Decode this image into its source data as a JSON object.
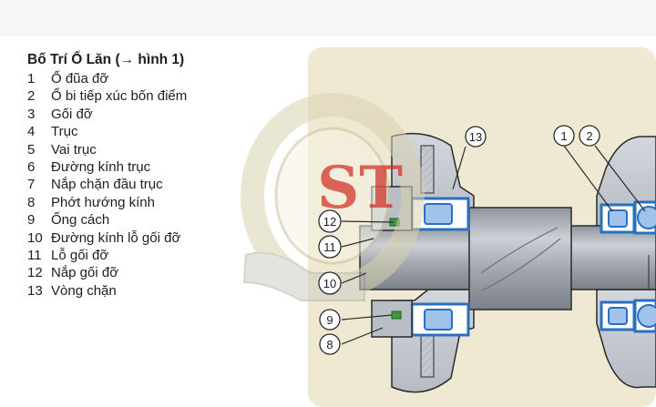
{
  "legend": {
    "title": "Bố Trí Ổ Lăn (→ hình 1)",
    "items": [
      {
        "num": "1",
        "label": "Ổ đũa đỡ"
      },
      {
        "num": "2",
        "label": "Ổ bi tiếp xúc bốn điểm"
      },
      {
        "num": "3",
        "label": "Gối đỡ"
      },
      {
        "num": "4",
        "label": "Trục"
      },
      {
        "num": "5",
        "label": "Vai trục"
      },
      {
        "num": "6",
        "label": "Đường kính trục"
      },
      {
        "num": "7",
        "label": "Nắp chặn đầu trục"
      },
      {
        "num": "8",
        "label": "Phớt hướng kính"
      },
      {
        "num": "9",
        "label": "Ống cách"
      },
      {
        "num": "10",
        "label": "Đường kính lỗ gối đỡ"
      },
      {
        "num": "11",
        "label": "Lỗ gối đỡ"
      },
      {
        "num": "12",
        "label": "Nắp gối đỡ"
      },
      {
        "num": "13",
        "label": "Vòng chặn"
      }
    ]
  },
  "callouts": {
    "c1": "1",
    "c2": "2",
    "c8": "8",
    "c9": "9",
    "c10": "10",
    "c11": "11",
    "c12": "12",
    "c13": "13"
  },
  "watermark": {
    "text": "ST"
  },
  "colors": {
    "panel_bg": "#efe8d2",
    "housing": "#c7ccd4",
    "shaft": "#a9aeb5",
    "bearing_blue": "#2a6fc0",
    "seal_green": "#3c9a3c",
    "watermark_red": "#d2281e"
  }
}
